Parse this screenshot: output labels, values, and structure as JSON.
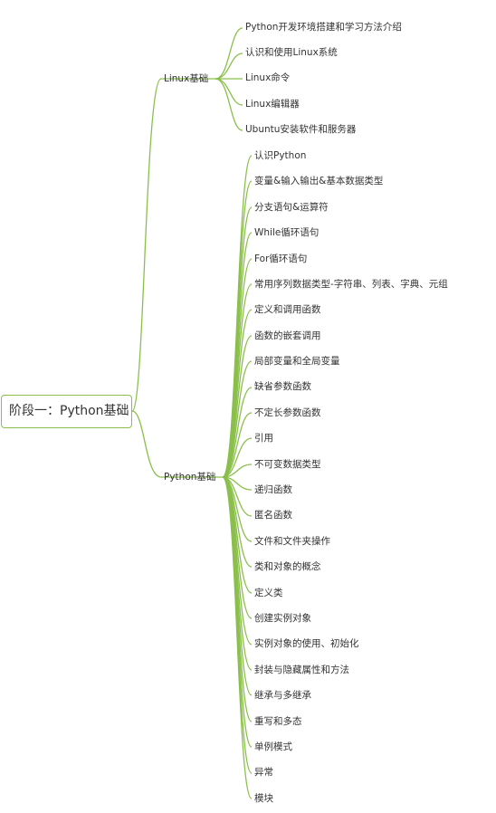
{
  "root": {
    "label": "阶段一：Python基础"
  },
  "branches": [
    {
      "label": "Linux基础",
      "children": [
        "Python开发环境搭建和学习方法介绍",
        "认识和使用Linux系统",
        "Linux命令",
        "Linux编辑器",
        "Ubuntu安装软件和服务器"
      ]
    },
    {
      "label": "Python基础",
      "children": [
        "认识Python",
        "变量&输入输出&基本数据类型",
        "分支语句&运算符",
        "While循环语句",
        "For循环语句",
        "常用序列数据类型-字符串、列表、字典、元组",
        "定义和调用函数",
        "函数的嵌套调用",
        "局部变量和全局变量",
        "缺省参数函数",
        "不定长参数函数",
        "引用",
        "不可变数据类型",
        "递归函数",
        "匿名函数",
        "文件和文件夹操作",
        "类和对象的概念",
        "定义类",
        "创建实例对象",
        "实例对象的使用、初始化",
        "封装与隐藏属性和方法",
        "继承与多继承",
        "重写和多态",
        "单例模式",
        "异常",
        "模块"
      ]
    }
  ],
  "colors": {
    "line": "#8bbf4b",
    "root_border": "#8bbf4b",
    "text": "#333333"
  }
}
